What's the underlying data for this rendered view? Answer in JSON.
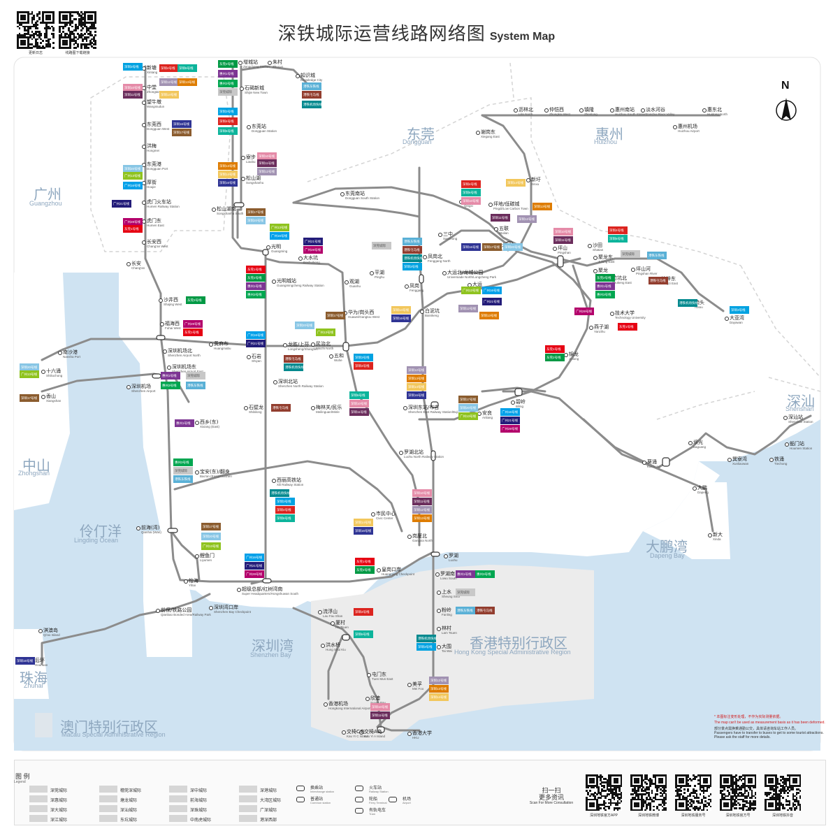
{
  "title": {
    "cn": "深铁城际运营线路网络图",
    "en": "System Map"
  },
  "top_qr": [
    {
      "caption": "更新日志"
    },
    {
      "caption": "线路图下载链接"
    }
  ],
  "regions": [
    {
      "cn": "广州",
      "en": "Guangzhou"
    },
    {
      "cn": "东莞",
      "en": "Dongguan"
    },
    {
      "cn": "惠州",
      "en": "Huizhou"
    },
    {
      "cn": "深汕",
      "en": "Shenshan"
    },
    {
      "cn": "中山",
      "en": "Zhongshan"
    },
    {
      "cn": "伶仃洋",
      "en": "Lingding Ocean"
    },
    {
      "cn": "深圳湾",
      "en": "Shenzhen Bay"
    },
    {
      "cn": "大鹏湾",
      "en": "Dapeng Bay"
    },
    {
      "cn": "珠海",
      "en": "Zhuhai"
    },
    {
      "cn": "香港特别行政区",
      "en": "Hong Kong Special Administrative Region"
    },
    {
      "cn": "澳门特别行政区",
      "en": "Macau Special Administrative Region"
    }
  ],
  "stations": [
    {
      "cn": "新塘",
      "en": "Xintang"
    },
    {
      "cn": "中堂",
      "en": "Zhongtang"
    },
    {
      "cn": "望牛墩",
      "en": "Wangniudun"
    },
    {
      "cn": "东莞西",
      "en": "Dongguan West"
    },
    {
      "cn": "洪梅",
      "en": "Hongmei"
    },
    {
      "cn": "东莞港",
      "en": "Dongguan Port"
    },
    {
      "cn": "厚街",
      "en": "Houjie"
    },
    {
      "cn": "虎门火车站",
      "en": "Humen Railway Station"
    },
    {
      "cn": "虎门东",
      "en": "Humen East"
    },
    {
      "cn": "长安西",
      "en": "Chang'an West"
    },
    {
      "cn": "长安",
      "en": "Chang'an"
    },
    {
      "cn": "增城站",
      "en": "Zengcheng Station"
    },
    {
      "cn": "朱村",
      "en": "Zhucun"
    },
    {
      "cn": "知识城",
      "en": "Knowledge City"
    },
    {
      "cn": "石碣新城",
      "en": "Shijie New Town"
    },
    {
      "cn": "东莞站",
      "en": "Dongguan Station"
    },
    {
      "cn": "寮步",
      "en": "Liaobu"
    },
    {
      "cn": "松山湖",
      "en": "Songshanhu"
    },
    {
      "cn": "松山湖南",
      "en": "Songshanhu South"
    },
    {
      "cn": "东莞南站",
      "en": "Dongguan South Station"
    },
    {
      "cn": "谢岗东",
      "en": "Xiegang East"
    },
    {
      "cn": "沥林北",
      "en": "Lilin North"
    },
    {
      "cn": "仲恺西",
      "en": "Zhongkai West"
    },
    {
      "cn": "镇隆",
      "en": "Zhenlong"
    },
    {
      "cn": "惠州南站",
      "en": "Huizhou South Station"
    },
    {
      "cn": "淡水河谷",
      "en": "Danshui River Valley"
    },
    {
      "cn": "惠东北",
      "en": "Huidong North"
    },
    {
      "cn": "惠州机场",
      "en": "Huizhou Airport"
    },
    {
      "cn": "新圩",
      "en": "Xinxu"
    },
    {
      "cn": "清溪",
      "en": "Qingxi"
    },
    {
      "cn": "坪地/低碳城",
      "en": "Pingdi/Low Carbon Town"
    },
    {
      "cn": "五联",
      "en": "Wulian"
    },
    {
      "cn": "龙城",
      "en": "Longcheng"
    },
    {
      "cn": "坪山",
      "en": "Pingshan"
    },
    {
      "cn": "沙田",
      "en": "Shatian"
    },
    {
      "cn": "聚龙东",
      "en": "Julong East"
    },
    {
      "cn": "坪山河",
      "en": "Pingshan River"
    },
    {
      "cn": "聚龙",
      "en": "Julong"
    },
    {
      "cn": "坑梓东",
      "en": "Kengzi East"
    },
    {
      "cn": "竹坑北",
      "en": "Zhukeng East"
    },
    {
      "cn": "澳头",
      "en": "Aotou"
    },
    {
      "cn": "大亚湾",
      "en": "Dayawan"
    },
    {
      "cn": "技术大学",
      "en": "Technology University"
    },
    {
      "cn": "燕子湖",
      "en": "Yanzihu"
    },
    {
      "cn": "三中",
      "en": "Sanzhong"
    },
    {
      "cn": "凤岗北",
      "en": "Fenggang North"
    },
    {
      "cn": "大运北/龙城公园",
      "en": "Universiade North/Longcheng Park"
    },
    {
      "cn": "大运",
      "en": "Universiade"
    },
    {
      "cn": "光明",
      "en": "Guangming"
    },
    {
      "cn": "大水坑",
      "en": "Dashuikeng"
    },
    {
      "cn": "光明城站",
      "en": "Guangmingcheng Railway Station"
    },
    {
      "cn": "平湖",
      "en": "Pinghu"
    },
    {
      "cn": "凤岗",
      "en": "Fenggang"
    },
    {
      "cn": "观湖",
      "en": "Guanhu"
    },
    {
      "cn": "华为/岗头西",
      "en": "Huawei/Gangtou West"
    },
    {
      "cn": "白泥坑",
      "en": "Bainikeng"
    },
    {
      "cn": "沙井西",
      "en": "Shajing West"
    },
    {
      "cn": "福海西",
      "en": "Fuhai West"
    },
    {
      "cn": "深圳机场北",
      "en": "Shenzhen Airport North"
    },
    {
      "cn": "黄麻布",
      "en": "Huangmabu"
    },
    {
      "cn": "龙胜/上芬",
      "en": "Longsheng/Shangfen"
    },
    {
      "cn": "民治北",
      "en": "Minzhi North"
    },
    {
      "cn": "石岩",
      "en": "Shiyan"
    },
    {
      "cn": "五和",
      "en": "Wuhe"
    },
    {
      "cn": "深圳机场东",
      "en": "Shenzhen Airport East"
    },
    {
      "cn": "深圳北站",
      "en": "Shenzhen North Railway Station"
    },
    {
      "cn": "南沙港",
      "en": "Nansha Port"
    },
    {
      "cn": "十六涌",
      "en": "Shiliuchong"
    },
    {
      "cn": "香山",
      "en": "Xiangshan"
    },
    {
      "cn": "深圳机场",
      "en": "Shenzhen Airport"
    },
    {
      "cn": "锦龙",
      "en": "Jinlong"
    },
    {
      "cn": "碧岭",
      "en": "Biling"
    },
    {
      "cn": "安良",
      "en": "Anliang"
    },
    {
      "cn": "深圳东站/布吉",
      "en": "Shenzhen East Railway Station/Buji"
    },
    {
      "cn": "梅林关/民乐",
      "en": "Meilinguan/Minle"
    },
    {
      "cn": "石壁龙",
      "en": "Shibilong"
    },
    {
      "cn": "西乡(东)",
      "en": "Xixiang (East)"
    },
    {
      "cn": "深汕站",
      "en": "Shenshan Station"
    },
    {
      "cn": "坝光",
      "en": "Baguang"
    },
    {
      "cn": "葵涌",
      "en": "Kuichong"
    },
    {
      "cn": "巽寮湾",
      "en": "Xunliaowan"
    },
    {
      "cn": "铁涌",
      "en": "Tiechong"
    },
    {
      "cn": "鲘门站",
      "en": "Houmen Station"
    },
    {
      "cn": "罗湖北站",
      "en": "Luohu North Railway Station"
    },
    {
      "cn": "宝安(东)/翻身",
      "en": "Bao'an (East)/Fanshen"
    },
    {
      "cn": "西丽高铁站",
      "en": "Xili Railway Station"
    },
    {
      "cn": "大鹏",
      "en": "Dapeng"
    },
    {
      "cn": "新大",
      "en": "Xinda"
    },
    {
      "cn": "前海(湾)",
      "en": "Qianhai (Wan)"
    },
    {
      "cn": "市民中心",
      "en": "Civic Center"
    },
    {
      "cn": "岗厦北",
      "en": "Gangxia North"
    },
    {
      "cn": "罗湖",
      "en": "Luohu"
    },
    {
      "cn": "鲤鱼门",
      "en": "Liyumen"
    },
    {
      "cn": "怡海",
      "en": "Yihai"
    },
    {
      "cn": "皇岗口岸",
      "en": "Huanggang Checkpoint"
    },
    {
      "cn": "超级总部/红树湾南",
      "en": "Super Headquarters/Hongshuwan South"
    },
    {
      "cn": "深圳湾口岸",
      "en": "Shenzhen Bay Checkpoint"
    },
    {
      "cn": "罗湖南",
      "en": "Lowu South"
    },
    {
      "cn": "上水",
      "en": "Sheung Shui"
    },
    {
      "cn": "粉岭",
      "en": "Fanling"
    },
    {
      "cn": "林村",
      "en": "Lam Tsuen"
    },
    {
      "cn": "大围",
      "en": "Tai Wai"
    },
    {
      "cn": "前保/铁路公园",
      "en": "Qianbao Bonded Area/Railway Park"
    },
    {
      "cn": "流浮山",
      "en": "Lau Fau Shan"
    },
    {
      "cn": "厦村",
      "en": "Ha Tsuen"
    },
    {
      "cn": "洪水桥",
      "en": "Hung Shui Kiu"
    },
    {
      "cn": "屯门东",
      "en": "Tuen Mun East"
    },
    {
      "cn": "淇澳岛",
      "en": "Qi'ao Island"
    },
    {
      "cn": "后环",
      "en": "Houhuan"
    },
    {
      "cn": "美孚",
      "en": "Mei Foo"
    },
    {
      "cn": "欣澳",
      "en": "Sunny Bay"
    },
    {
      "cn": "香港机场",
      "en": "Hongkong International Airport"
    },
    {
      "cn": "交椅A岛",
      "en": "Kau Yi A Island"
    },
    {
      "cn": "交椅C岛",
      "en": "Kau Yi C Island"
    },
    {
      "cn": "香港大学",
      "en": "HKU"
    }
  ],
  "badges": {
    "line3": "深圳3号线",
    "line4": "深圳4号线",
    "line6": "深圳6号线",
    "line10": "深圳10号线",
    "line11": "深圳11号线",
    "line12": "深圳12号线",
    "line13": "深圳13号线",
    "line14": "深圳14号线",
    "line16": "深圳16号线",
    "line17": "深圳17号线",
    "line20": "深圳20号线",
    "gz13": "广州13号线",
    "gz16": "广州16号线",
    "gz21": "广州21号线",
    "gz28": "广州28号线",
    "dg1": "东莞1号线",
    "dg2": "东莞2号线",
    "hz1": "惠州1号线",
    "hz3": "惠州3号线",
    "city": "深莞城际",
    "tsuen": "港铁东铁线",
    "tuen": "港铁屯马线",
    "air": "港铁机场快线"
  },
  "legend": {
    "title": "图 例",
    "title_en": "Legend",
    "items": [
      {
        "label": "深莞城际"
      },
      {
        "label": "深惠城际"
      },
      {
        "label": "深大城际"
      },
      {
        "label": "深江城际"
      },
      {
        "label": "穗莞深城际"
      },
      {
        "label": "塘龙城际"
      },
      {
        "label": "深汕城际"
      },
      {
        "label": "东坑城际"
      },
      {
        "label": "深中城际"
      },
      {
        "label": "前海城际"
      },
      {
        "label": "深珠城际"
      },
      {
        "label": "中南虎城际"
      },
      {
        "label": "深港城际"
      },
      {
        "label": "大湾区城际"
      },
      {
        "label": "广深城际"
      },
      {
        "label": "港深西部"
      }
    ],
    "symbols": [
      {
        "label": "换乘站",
        "en": "Interchange station"
      },
      {
        "label": "普通站",
        "en": "Common station"
      },
      {
        "label": "火车站",
        "en": "Railway Station"
      },
      {
        "label": "轮船",
        "en": "Ferry Terminal"
      },
      {
        "label": "机场",
        "en": "Airport"
      },
      {
        "label": "有轨电车",
        "en": "Tram"
      }
    ]
  },
  "note": {
    "line1": "* 本图标注变形处理，不作为实际测量依据。",
    "line2": "The map can't be used as measurement basis as it has been deformed.",
    "line3": "部分景点需换乘通勤公交，具体请咨询车站工作人员。",
    "line4": "Passengers have to transfer to buses to get to some tourist attractions.",
    "line5": "Please ask the staff for more details."
  },
  "scan": {
    "cn": "扫一扫",
    "cn2": "更多资讯",
    "en": "Scan For More Consultation"
  },
  "bottom_qr": [
    {
      "caption": "深圳地铁官方APP"
    },
    {
      "caption": "深圳地铁微博"
    },
    {
      "caption": "深圳地铁服务号"
    },
    {
      "caption": "深圳地铁官方号"
    },
    {
      "caption": "深圳地铁抖音"
    }
  ],
  "compass": "N",
  "colors": {
    "water": "#cfe3f2",
    "hk_land": "#ececec",
    "line": "#8c8c8c",
    "district": "#d0d0d0"
  }
}
